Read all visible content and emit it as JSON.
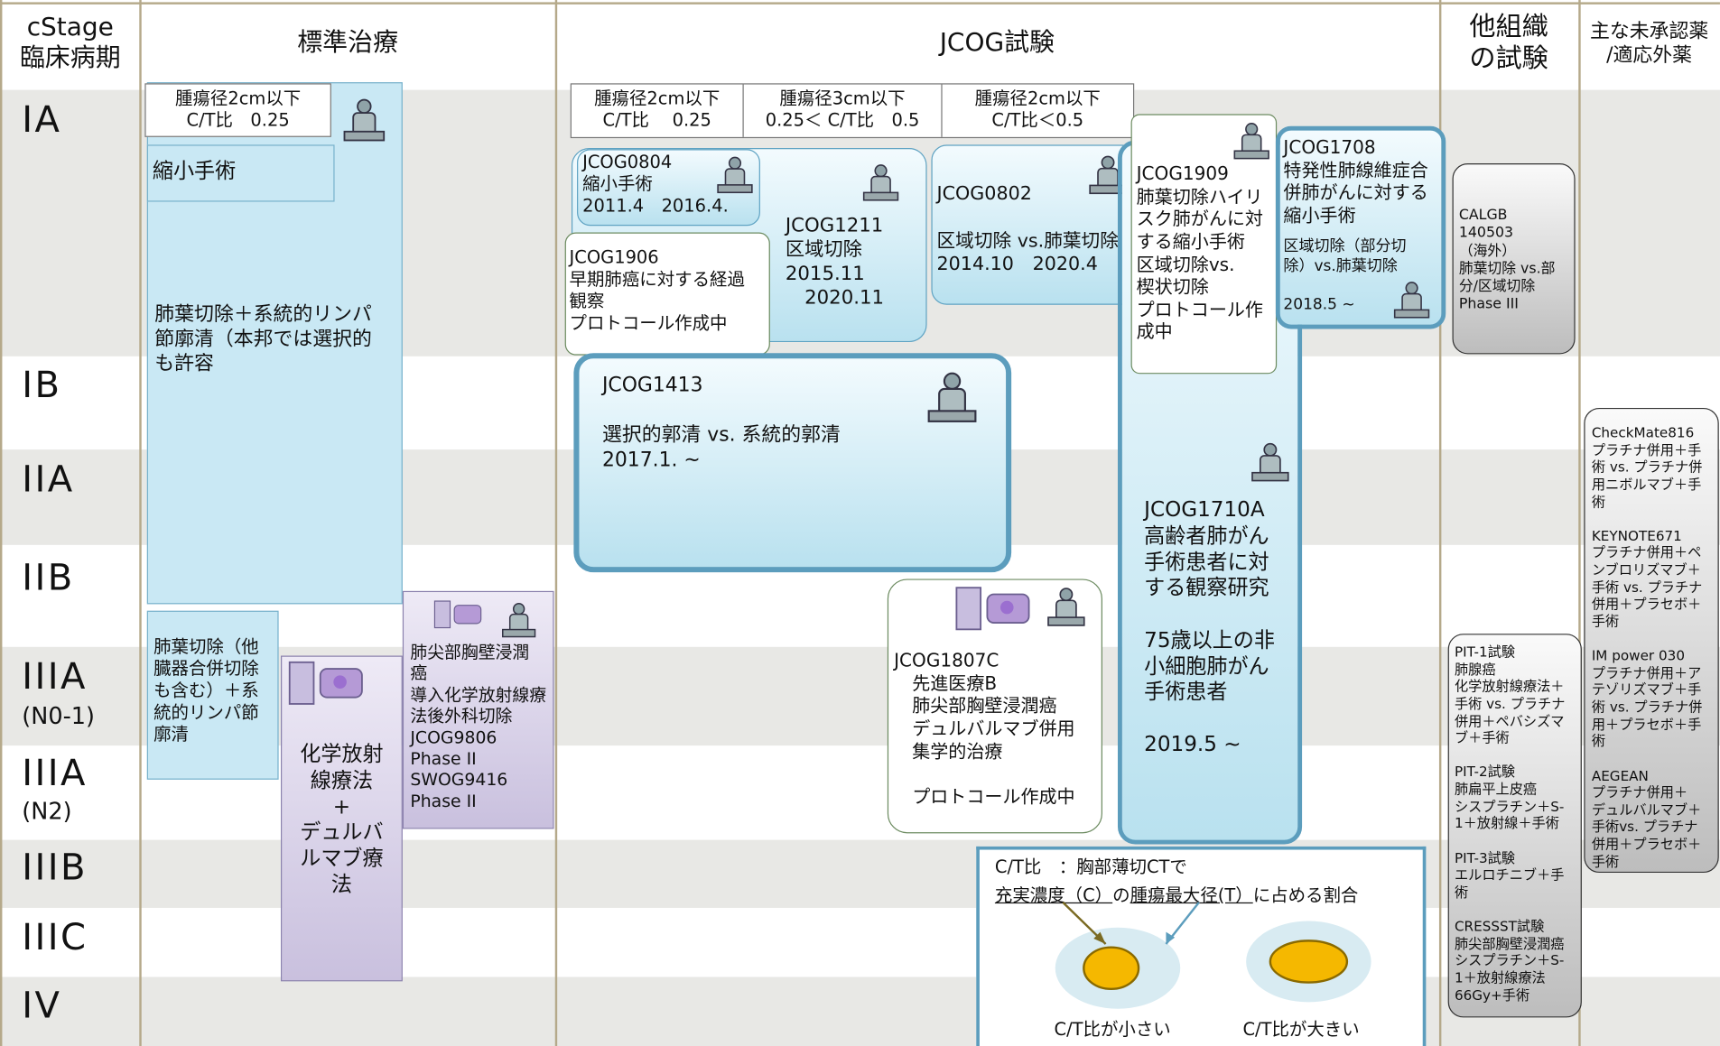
{
  "header": {
    "stage": "cStage\n臨床病期",
    "standard": "標準治療",
    "jcog": "JCOG試験",
    "other": "他組織\nの試験",
    "drug": "主な未承認薬\n/適応外薬"
  },
  "stages": {
    "ia": "IA",
    "ib": "IB",
    "iia": "IIA",
    "iib": "IIB",
    "iiia1": "IIIA",
    "iiia1_sub": "(N0-1)",
    "iiia2": "IIIA",
    "iiia2_sub": "(N2)",
    "iiib": "IIIB",
    "iiic": "IIIC",
    "iv": "IV"
  },
  "standard": {
    "criteria": "腫瘍径2cm以下\nC/T比　0.25",
    "small_surgery": "縮小手術",
    "lobectomy": "肺葉切除＋系統的リンパ\n節廓清（本邦では選択的\nも許容",
    "combined": "肺葉切除（他\n臓器合併切除\nも含む）＋系\n統的リンパ節\n廓清",
    "chemo": "化学放射\n線療法\n+\nデュルバ\nルマブ療\n法",
    "pancoast": "肺尖部胸壁浸潤\n癌\n導入化学放射線療\n法後外科切除\nJCOG9806\nPhase II\nSWOG9416\nPhase II"
  },
  "jcog": {
    "crit1": "腫瘍径2cm以下\nC/T比　 0.25",
    "crit2": "腫瘍径3cm以下\n0.25＜ C/T比　0.5",
    "crit3": "腫瘍径2cm以下\nC/T比＜0.5",
    "j0804": "JCOG0804\n縮小手術\n2011.4　2016.4.",
    "j1211": "JCOG1211\n区域切除\n2015.11\n　2020.11",
    "j1906": "JCOG1906\n早期肺癌に対する経過\n観察\nプロトコール作成中",
    "j0802": "JCOG0802\n\n区域切除 vs.肺葉切除\n2014.10　2020.4",
    "j1909": "JCOG1909\n肺葉切除ハイリ\nスク肺がんに対\nする縮小手術\n区域切除vs.\n楔状切除\nプロトコール作\n成中",
    "j1708": "JCOG1708\n特発性肺線維症合\n併肺がんに対する\n縮小手術",
    "j1708b": "区域切除（部分切\n除）vs.肺葉切除\n\n2018.5 ~",
    "j1413": "JCOG1413\n\n選択的郭清 vs. 系統的郭清\n2017.1. ~",
    "j1710": "JCOG1710A\n高齢者肺がん\n手術患者に対\nする観察研究\n\n75歳以上の非\n小細胞肺がん\n手術患者\n\n2019.5 ~",
    "j1807": "JCOG1807C\n　先進医療B\n　肺尖部胸壁浸潤癌\n　デュルバルマブ併用\n　集学的治療\n\n　プロトコール作成中"
  },
  "ct": {
    "line1": "C/T比　：胸部薄切CTで",
    "line2a": "充実濃度（C）",
    "line2b": "の",
    "line2c": "腫瘍最大径(T）",
    "line2d": "に占める割合",
    "small": "C/T比が小さい",
    "large": "C/T比が大きい"
  },
  "other": {
    "calgb": "CALGB\n140503\n（海外）\n肺葉切除 vs.部\n分/区域切除\nPhase III",
    "pit": "PIT-1試験\n肺腺癌\n化学放射線療法＋\n手術 vs. プラチナ\n併用＋ペバシズマ\nブ＋手術\n\nPIT-2試験\n肺扁平上皮癌\nシスプラチン＋S-\n1＋放射線＋手術\n\nPIT-3試験\nエルロチニブ＋手\n術\n\nCRESSST試験\n肺尖部胸壁浸潤癌\nシスプラチン＋S-\n1＋放射線療法\n66Gy+手術"
  },
  "drug": {
    "text": "CheckMate816\nプラチナ併用＋手\n術 vs. プラチナ併\n用ニボルマブ＋手\n術\n\nKEYNOTE671\nプラチナ併用＋ペ\nンブロリズマブ＋\n手術 vs. プラチナ\n併用＋プラセボ＋\n手術\n\nIM power 030\nプラチナ併用＋ア\nテゾリズマブ＋手\n術 vs. プラチナ併\n用＋プラセボ＋手\n術\n\nAEGEAN\nプラチナ併用＋\nデュルバルマブ＋\n手術vs. プラチナ\n併用＋プラセボ＋\n手術"
  },
  "icons": [
    "surgeon-icon",
    "radiotherapy-icon"
  ]
}
